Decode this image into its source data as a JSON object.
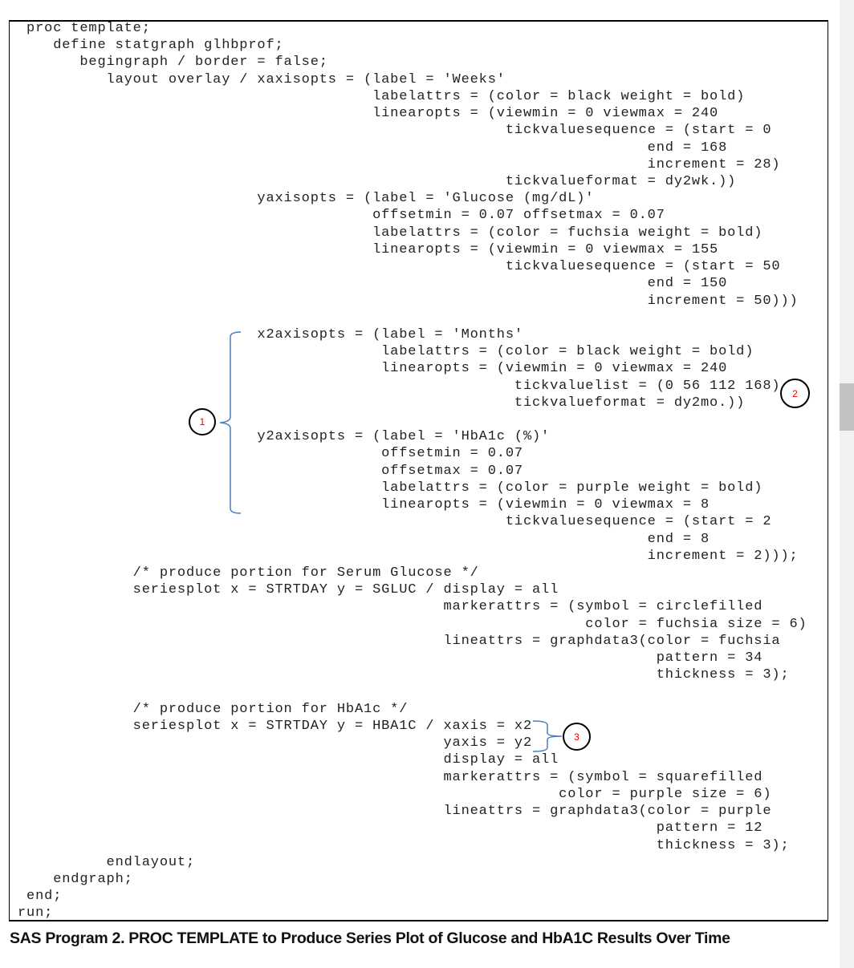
{
  "code_lines": [
    " proc template;",
    "    define statgraph glhbprof;",
    "       begingraph / border = false;",
    "          layout overlay / xaxisopts = (label = 'Weeks'",
    "                                        labelattrs = (color = black weight = bold)",
    "                                        linearopts = (viewmin = 0 viewmax = 240",
    "                                                       tickvaluesequence = (start = 0",
    "                                                                       end = 168",
    "                                                                       increment = 28)",
    "                                                       tickvalueformat = dy2wk.))",
    "                           yaxisopts = (label = 'Glucose (mg/dL)'",
    "                                        offsetmin = 0.07 offsetmax = 0.07",
    "                                        labelattrs = (color = fuchsia weight = bold)",
    "                                        linearopts = (viewmin = 0 viewmax = 155",
    "                                                       tickvaluesequence = (start = 50",
    "                                                                       end = 150",
    "                                                                       increment = 50)))",
    "",
    "                           x2axisopts = (label = 'Months'",
    "                                         labelattrs = (color = black weight = bold)",
    "                                         linearopts = (viewmin = 0 viewmax = 240",
    "                                                        tickvaluelist = (0 56 112 168)",
    "                                                        tickvalueformat = dy2mo.))",
    "",
    "                           y2axisopts = (label = 'HbA1c (%)'",
    "                                         offsetmin = 0.07",
    "                                         offsetmax = 0.07",
    "                                         labelattrs = (color = purple weight = bold)",
    "                                         linearopts = (viewmin = 0 viewmax = 8",
    "                                                       tickvaluesequence = (start = 2",
    "                                                                       end = 8",
    "                                                                       increment = 2)));",
    "             /* produce portion for Serum Glucose */",
    "             seriesplot x = STRTDAY y = SGLUC / display = all",
    "                                                markerattrs = (symbol = circlefilled",
    "                                                                color = fuchsia size = 6)",
    "                                                lineattrs = graphdata3(color = fuchsia",
    "                                                                        pattern = 34",
    "                                                                        thickness = 3);",
    "",
    "             /* produce portion for HbA1c */",
    "             seriesplot x = STRTDAY y = HBA1C / xaxis = x2",
    "                                                yaxis = y2",
    "                                                display = all",
    "                                                markerattrs = (symbol = squarefilled",
    "                                                             color = purple size = 6)",
    "                                                lineattrs = graphdata3(color = purple",
    "                                                                        pattern = 12",
    "                                                                        thickness = 3);",
    "          endlayout;",
    "    endgraph;",
    " end;",
    "run;"
  ],
  "callouts": {
    "c1": "1",
    "c2": "2",
    "c3": "3"
  },
  "caption": "SAS Program 2. PROC TEMPLATE to Produce Series Plot of Glucose and HbA1C Results Over Time",
  "colors": {
    "callout_number": "#e00000",
    "bracket": "#4a7ebb",
    "text": "#222222"
  }
}
